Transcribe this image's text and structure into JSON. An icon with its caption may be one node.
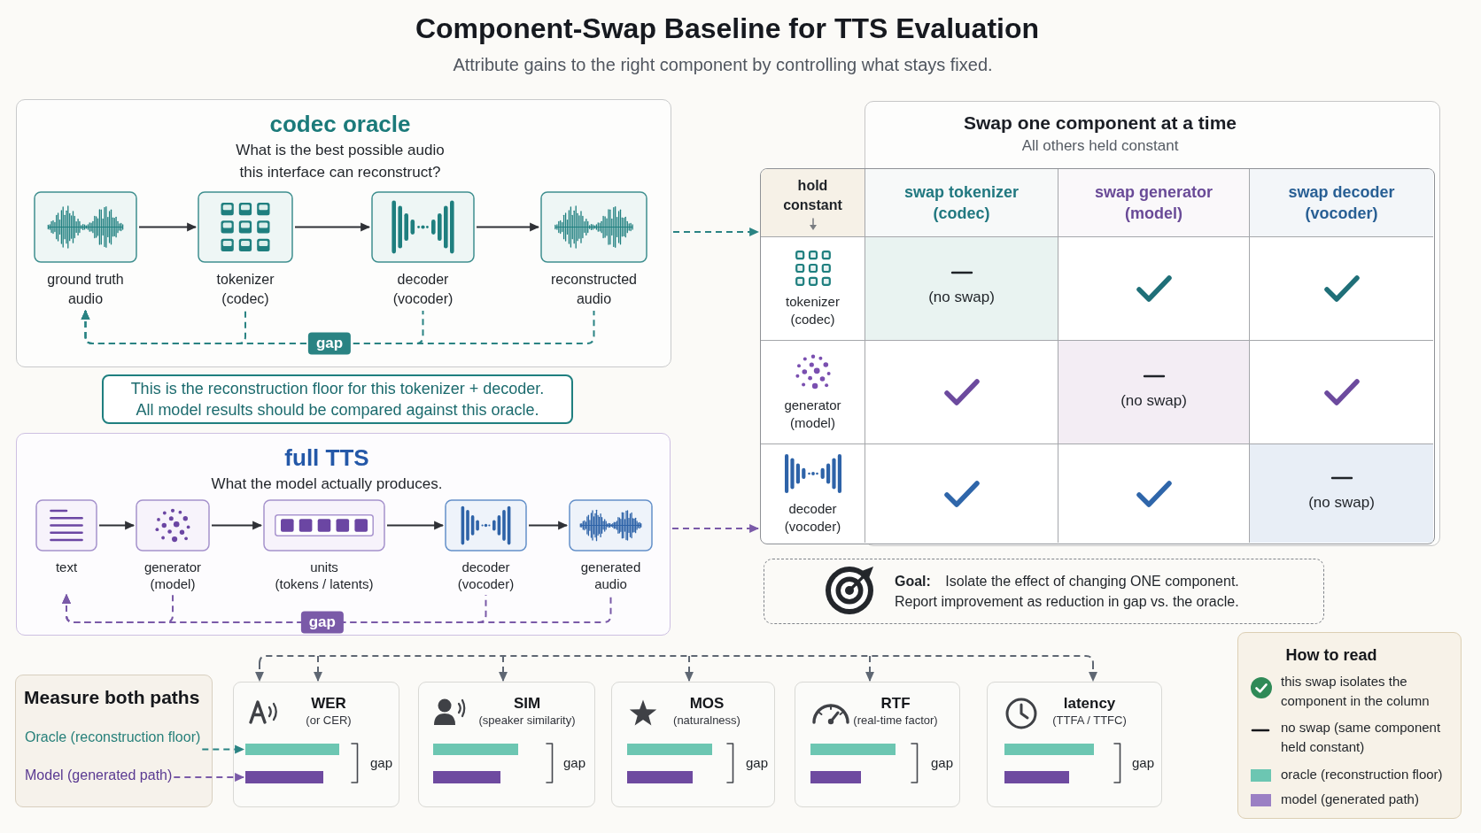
{
  "diagram": {
    "title": "Component-Swap Baseline for TTS Evaluation",
    "nodes": [
      {
        "text": [
          "codec oracle",
          "What is the best possible audio this interface can reconstruct?"
        ]
      },
      {
        "text": [
          "ground truth audio"
        ],
        "in": 0
      },
      {
        "text": [
          "tokenizer (codec)"
        ],
        "in": 0
      },
      {
        "text": [
          "decoder (vocoder)"
        ],
        "in": 0
      },
      {
        "text": [
          "reconstructed audio"
        ],
        "in": 0
      },
      {
        "text": [
          "This is the reconstruction floor for this tokenizer + decoder. All model results should be compared against this oracle."
        ]
      },
      {
        "text": [
          "full TTS",
          "What the model actually produces."
        ]
      },
      {
        "text": [
          "text"
        ],
        "in": 6
      },
      {
        "text": [
          "generator (model)"
        ],
        "in": 6
      },
      {
        "text": [
          "units (tokens / latents)"
        ],
        "in": 6
      },
      {
        "text": [
          "decoder (vocoder)"
        ],
        "in": 6
      },
      {
        "text": [
          "generated audio"
        ],
        "in": 6
      },
      {
        "text": [
          "Swap one component at a time",
          "All others held constant"
        ]
      },
      {
        "text": [
          "**Goal:** Isolate the effect of changing ONE component. Report improvement as reduction in gap vs. the oracle."
        ]
      },
      {
        "text": [
          "Measure both paths"
        ]
      },
      {
        "text": [
          "Oracle (reconstruction floor)"
        ],
        "in": 14
      },
      {
        "text": [
          "Model (generated path)"
        ],
        "in": 14
      },
      {
        "text": [
          "WER",
          "(or CER)",
          "gap"
        ]
      },
      {
        "text": [],
        "shape": "bar",
        "in": 17
      },
      {
        "text": [],
        "shape": "bar",
        "in": 17
      },
      {
        "text": [
          "SIM",
          "(speaker similarity)",
          "gap"
        ]
      },
      {
        "text": [],
        "shape": "bar",
        "in": 20
      },
      {
        "text": [],
        "shape": "bar",
        "in": 20
      },
      {
        "text": [
          "MOS",
          "(naturalness)",
          "gap"
        ]
      },
      {
        "text": [],
        "shape": "bar",
        "in": 23
      },
      {
        "text": [],
        "shape": "bar",
        "in": 23
      },
      {
        "text": [
          "RTF",
          "(real-time factor)",
          "gap"
        ]
      },
      {
        "text": [],
        "shape": "bar",
        "in": 26
      },
      {
        "text": [],
        "shape": "bar",
        "in": 26
      },
      {
        "text": [
          "latency",
          "(TTFA / TTFC)",
          "gap"
        ]
      },
      {
        "text": [],
        "shape": "bar",
        "in": 29
      },
      {
        "text": [],
        "shape": "bar",
        "in": 29
      }
    ],
    "edges": [
      {
        "from": 1,
        "to": 2,
        "arrow": "to"
      },
      {
        "from": 2,
        "to": 3,
        "arrow": "to"
      },
      {
        "from": 3,
        "to": 4,
        "arrow": "to"
      },
      {
        "from": 2,
        "to": 1,
        "arrow": "to",
        "style": "dashed",
        "color": "#2a8383"
      },
      {
        "from": 3,
        "to": 1,
        "arrow": "to",
        "style": "dashed",
        "color": "#2a8383"
      },
      {
        "from": 4,
        "to": 1,
        "arrow": "to",
        "label": "gap",
        "style": "dashed",
        "color": "#2a8383"
      },
      {
        "from": 0,
        "to": 12,
        "arrow": "to",
        "style": "dashed",
        "color": "#2a8383"
      },
      {
        "from": 7,
        "to": 8,
        "arrow": "to"
      },
      {
        "from": 8,
        "to": 9,
        "arrow": "to"
      },
      {
        "from": 9,
        "to": 10,
        "arrow": "to"
      },
      {
        "from": 10,
        "to": 11,
        "arrow": "to"
      },
      {
        "from": 8,
        "to": 7,
        "arrow": "to",
        "style": "dashed",
        "color": "#7a5aa8"
      },
      {
        "from": 10,
        "to": 7,
        "arrow": "to",
        "style": "dashed",
        "color": "#7a5aa8"
      },
      {
        "from": 11,
        "to": 7,
        "arrow": "to",
        "label": "gap",
        "style": "dashed",
        "color": "#7a5aa8"
      },
      {
        "from": 6,
        "to": 12,
        "arrow": "to",
        "style": "dashed",
        "color": "#7a5aa8"
      },
      {
        "from": 15,
        "to": 18,
        "arrow": "to",
        "style": "dashed",
        "color": "#2a8383"
      },
      {
        "from": 16,
        "to": 19,
        "arrow": "to",
        "style": "dashed",
        "color": "#7a5aa8"
      },
      {
        "from": null,
        "to": 17,
        "arrow": "to",
        "style": "dashed",
        "color": "#5f6773"
      },
      {
        "from": null,
        "to": 17,
        "arrow": "to",
        "style": "dashed",
        "color": "#5f6773"
      },
      {
        "from": null,
        "to": 20,
        "arrow": "to",
        "style": "dashed",
        "color": "#5f6773"
      },
      {
        "from": null,
        "to": 23,
        "arrow": "to",
        "style": "dashed",
        "color": "#5f6773"
      },
      {
        "from": null,
        "to": 26,
        "arrow": "to",
        "style": "dashed",
        "color": "#5f6773"
      },
      {
        "from": null,
        "to": 29,
        "arrow": "to",
        "style": "dashed",
        "color": "#5f6773"
      }
    ],
    "labels": [
      "Attribute gains to the right component by controlling what stays fixed.",
      "hold constant",
      "swap tokenizer (codec)",
      "swap generator (model)",
      "swap decoder (vocoder)",
      "tokenizer (codec)",
      "(no swap)",
      "generator (model)",
      "(no swap)",
      "decoder (vocoder)",
      "(no swap)",
      "How to read"
    ],
    "legend": [
      {
        "text": "this swap isolates the component in the column"
      },
      {
        "text": "no swap (same component held constant)"
      },
      {
        "text": "oracle (reconstruction floor)",
        "color": "#6cc6b2"
      },
      {
        "text": "model (generated path)",
        "color": "#9b80c4"
      }
    ]
  }
}
